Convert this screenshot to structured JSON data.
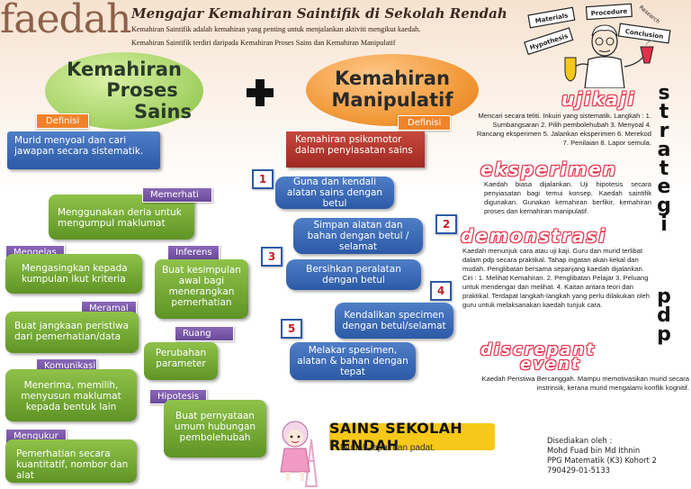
{
  "header": {
    "logo_word": "faedah",
    "title": "Mengajar Kemahiran Saintifik di Sekolah Rendah",
    "line1": "Kemahiran Saintifik adalah kemahiran yang penting untuk menjalankan aktiviti mengikut kaedah.",
    "line2": "Kemahiran Saintifik terdiri daripada Kemahiran Proses Sains dan Kemahiran Manipulatif"
  },
  "illustration": {
    "labels": [
      "Materials",
      "Procedure",
      "Hypothesis",
      "Conclusion",
      "Research"
    ]
  },
  "kps": {
    "title_line1": "Kemahiran",
    "title_line2": "Proses",
    "title_line3": "Sains",
    "definisi_label": "Definisi",
    "definisi_text": "Murid menyoal dan cari jawapan secara sistematik.",
    "skills": [
      {
        "label": "Memerhati",
        "text": "Menggunakan deria untuk mengumpul maklumat"
      },
      {
        "label": "Mengelas",
        "text": "Mengasingkan kepada kumpulan ikut kriteria"
      },
      {
        "label": "Inferens",
        "text": "Buat kesimpulan awal bagi menerangkan pemerhatian"
      },
      {
        "label": "Meramal",
        "text": "Buat jangkaan peristiwa dari pemerhatian/data"
      },
      {
        "label": "Ruang",
        "text": "Perubahan parameter"
      },
      {
        "label": "Komunikasi",
        "text": "Menerima, memilih, menyusun maklumat kepada bentuk lain"
      },
      {
        "label": "Hipotesis",
        "text": "Buat pernyataan umum hubungan pembolehubah"
      },
      {
        "label": "Mengukur",
        "text": "Pemerhatian secara kuantitatif, nombor dan alat"
      }
    ]
  },
  "km": {
    "title_line1": "Kemahiran",
    "title_line2": "Manipulatif",
    "definisi_label": "Definisi",
    "definisi_text": "Kemahiran psikomotor dalam penyiasatan sains",
    "steps": [
      {
        "num": "1",
        "text": "Guna dan kendali alatan sains dengan betul"
      },
      {
        "num": "2",
        "text": "Simpan alatan dan bahan dengan betul / selamat"
      },
      {
        "num": "3",
        "text": "Bersihkan peralatan dengan betul"
      },
      {
        "num": "4",
        "text": "Kendalikan specimen dengan betul/selamat"
      },
      {
        "num": "5",
        "text": "Melakar spesimen, alatan & bahan dengan tepat"
      }
    ]
  },
  "strategi": {
    "vertical_word": "strategi",
    "vertical_word2": "pdp",
    "items": [
      {
        "title": "ujikaji",
        "text": "Mencari secara teliti. Inkuiri yang sistematik. Langkah : 1. Sumbangsaran 2. Pilih pembolehubah 3. Menyoal 4. Rancang eksperimen 5. Jalankan eksperimen 6. Merekod 7. Penilaian 8. Lapor semula."
      },
      {
        "title": "eksperimen",
        "text": "Kaedah biasa dijalankan. Uji hipotesis secara penyiasatan bagi temui konsep. Kaedah saintifik digunakan. Gunakan kemahiran berfikir, kemahiran proses dan kemahiran manipulatif."
      },
      {
        "title": "demonstrasi",
        "text": "Kaedah menunjuk cara atau uji kaji. Guru dan murid terlibat dalam pdp secara praktikal. Tahap ingatan akan kekal dan mudah. Penglibatan bersama sepanjang kaedah dijalankan. Ciri : 1. Melihat Kemahiran. 2. Penglibatan Pelajar 3. Peluang untuk mendengar dan melihat. 4. Kaitan antara teori dan praktikal. Terdapat langkah-langkah yang perlu dilakukan oleh guru untuk melaksanakan kaedah tunjuk cara."
      },
      {
        "title_line1": "discrepant",
        "title_line2": "event",
        "text": "Kaedah Peristiwa Bercanggah. Mampu memotivasikan murid secara instrinsik, kerana murid mengalami konflik kognitif."
      }
    ]
  },
  "banner": {
    "title": "SAINS SEKOLAH RENDAH",
    "subtitle": "Mudah,tepat dan padat."
  },
  "prepared": {
    "line1": "Disediakan oleh :",
    "line2": "Mohd Fuad bin Md Ithnin",
    "line3": "PPG Matematik (K3) Kohort 2",
    "line4": "790429-01-5133"
  },
  "colors": {
    "blue": "#2c5aa6",
    "green": "#6aa02c",
    "red": "#a02a22",
    "orange": "#f0832a",
    "purple": "#6a4a98",
    "pink": "#e0304a",
    "yellow": "#f6c81a"
  }
}
